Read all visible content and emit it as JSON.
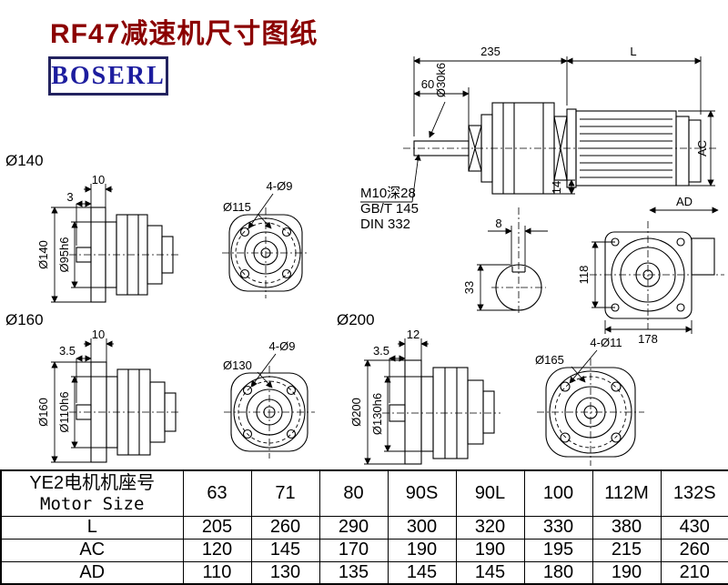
{
  "header": {
    "title": "RF47减速机尺寸图纸",
    "logo": "BOSERL"
  },
  "main_view": {
    "dims": {
      "top_left": "235",
      "top_right": "L",
      "shaft_len": "60",
      "shaft_dia": "Ø30k6",
      "motor_height": "AC",
      "step": "14",
      "thread_note_1": "M10深28",
      "thread_note_2": "GB/T 145",
      "thread_note_3": "DIN 332",
      "key_width": "8",
      "key_height": "33",
      "rear_width_label": "AD",
      "rear_height": "118",
      "rear_width": "178"
    }
  },
  "flange_140": {
    "label": "Ø140",
    "dims": {
      "flange_thickness": "10",
      "spigot_depth": "3",
      "outer_dia": "Ø140",
      "spigot_dia": "Ø95h6",
      "bolt_circle": "Ø115",
      "bolt_holes": "4-Ø9"
    }
  },
  "flange_160": {
    "label": "Ø160",
    "dims": {
      "flange_thickness": "10",
      "spigot_depth": "3.5",
      "outer_dia": "Ø160",
      "spigot_dia": "Ø110h6",
      "bolt_circle": "Ø130",
      "bolt_holes": "4-Ø9"
    }
  },
  "flange_200": {
    "label": "Ø200",
    "dims": {
      "flange_thickness": "12",
      "spigot_depth": "3.5",
      "outer_dia": "Ø200",
      "spigot_dia": "Ø130h6",
      "bolt_circle": "Ø165",
      "bolt_holes": "4-Ø11"
    }
  },
  "table": {
    "header_cn": "YE2电机机座号",
    "header_en": "Motor Size",
    "sizes": [
      "63",
      "71",
      "80",
      "90S",
      "90L",
      "100",
      "112M",
      "132S"
    ],
    "rows": [
      {
        "label": "L",
        "values": [
          "205",
          "260",
          "290",
          "300",
          "320",
          "330",
          "380",
          "430"
        ]
      },
      {
        "label": "AC",
        "values": [
          "120",
          "145",
          "170",
          "190",
          "190",
          "195",
          "215",
          "260"
        ]
      },
      {
        "label": "AD",
        "values": [
          "110",
          "130",
          "135",
          "145",
          "145",
          "180",
          "190",
          "210"
        ]
      }
    ]
  },
  "colors": {
    "title": "#8b0000",
    "logo_text": "#1d1d9e",
    "logo_border": "#23235f",
    "line": "#000000",
    "background": "#ffffff"
  }
}
